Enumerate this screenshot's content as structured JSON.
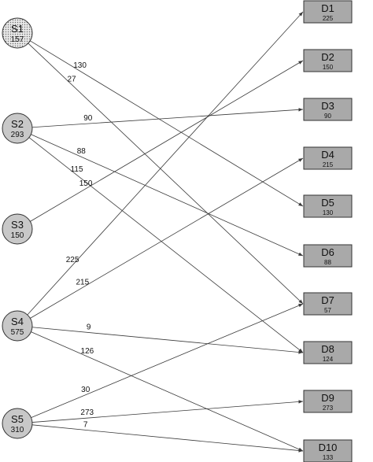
{
  "sources": [
    {
      "name": "S1",
      "supply": "157",
      "fill": "dotted"
    },
    {
      "name": "S2",
      "supply": "293",
      "fill": "solid"
    },
    {
      "name": "S3",
      "supply": "150",
      "fill": "solid"
    },
    {
      "name": "S4",
      "supply": "575",
      "fill": "solid"
    },
    {
      "name": "S5",
      "supply": "310",
      "fill": "solid"
    }
  ],
  "destinations": [
    {
      "name": "D1",
      "demand": "225"
    },
    {
      "name": "D2",
      "demand": "150"
    },
    {
      "name": "D3",
      "demand": "90"
    },
    {
      "name": "D4",
      "demand": "215"
    },
    {
      "name": "D5",
      "demand": "130"
    },
    {
      "name": "D6",
      "demand": "88"
    },
    {
      "name": "D7",
      "demand": "57"
    },
    {
      "name": "D8",
      "demand": "124"
    },
    {
      "name": "D9",
      "demand": "273"
    },
    {
      "name": "D10",
      "demand": "133"
    }
  ],
  "flows": [
    {
      "from": "S1",
      "to": "D5",
      "label": "130"
    },
    {
      "from": "S1",
      "to": "D7",
      "label": "27"
    },
    {
      "from": "S2",
      "to": "D3",
      "label": "90"
    },
    {
      "from": "S2",
      "to": "D6",
      "label": "88"
    },
    {
      "from": "S2",
      "to": "D8",
      "label": "115"
    },
    {
      "from": "S3",
      "to": "D2",
      "label": "150"
    },
    {
      "from": "S4",
      "to": "D1",
      "label": "225"
    },
    {
      "from": "S4",
      "to": "D4",
      "label": "215"
    },
    {
      "from": "S4",
      "to": "D8",
      "label": "9"
    },
    {
      "from": "S4",
      "to": "D10",
      "label": "126"
    },
    {
      "from": "S5",
      "to": "D7",
      "label": "30"
    },
    {
      "from": "S5",
      "to": "D9",
      "label": "273"
    },
    {
      "from": "S5",
      "to": "D10",
      "label": "7"
    }
  ],
  "colors": {
    "node_fill": "#c8c8c8",
    "box_fill": "#a9a9a9",
    "edge": "#3a3a3a",
    "text": "#111111"
  }
}
